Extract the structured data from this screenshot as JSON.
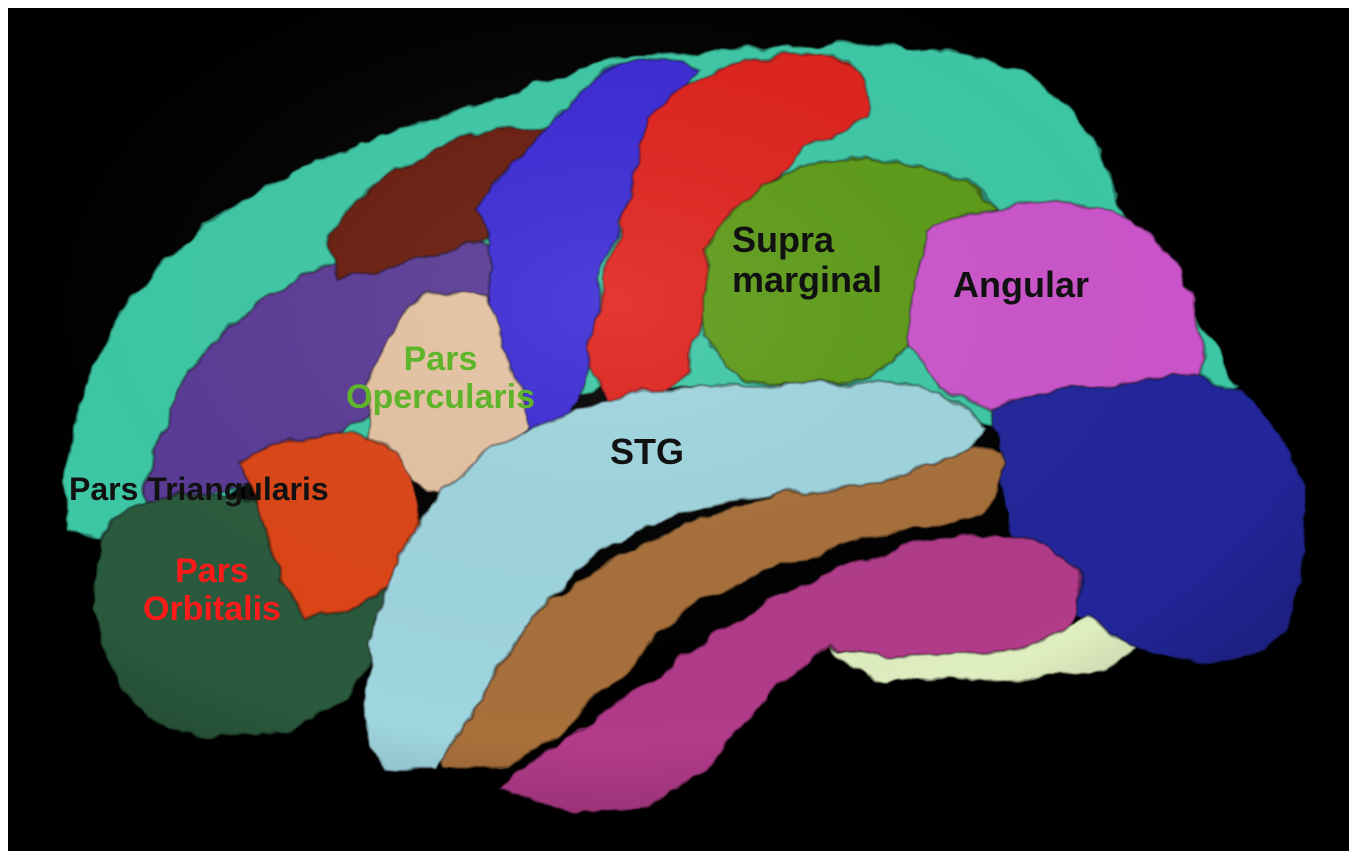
{
  "labels": {
    "supramarginal": {
      "line1": "Supra",
      "line2": "marginal"
    },
    "angular": {
      "text": "Angular"
    },
    "pars_opercularis": {
      "line1": "Pars",
      "line2": "Opercularis"
    },
    "stg": {
      "text": "STG"
    },
    "pars_triangularis": {
      "text": "Pars Triangularis"
    },
    "pars_orbitalis": {
      "line1": "Pars",
      "line2": "Orbitalis"
    }
  },
  "colors": {
    "background": "#000000",
    "label_dark": "#111111",
    "label_green": "#5fb52a",
    "label_red": "#ff1a1a",
    "region_superior": "#3ec9a6",
    "region_caudal_middle_frontal": "#6b1c0c",
    "region_rostral_middle_frontal": "#5a3a96",
    "region_precentral": "#3a2bd6",
    "region_postcentral": "#e0201e",
    "region_supramarginal": "#5b9b18",
    "region_angular": "#cc55cc",
    "region_pars_opercularis": "#e6c3a3",
    "region_pars_triangularis": "#dd4518",
    "region_pars_orbitalis": "#2b5a3c",
    "region_stg": "#9fd6df",
    "region_mtg": "#a8703a",
    "region_itg": "#b23a8a",
    "region_lateral_occipital": "#22289a",
    "region_ventral": "#dfeec0"
  }
}
